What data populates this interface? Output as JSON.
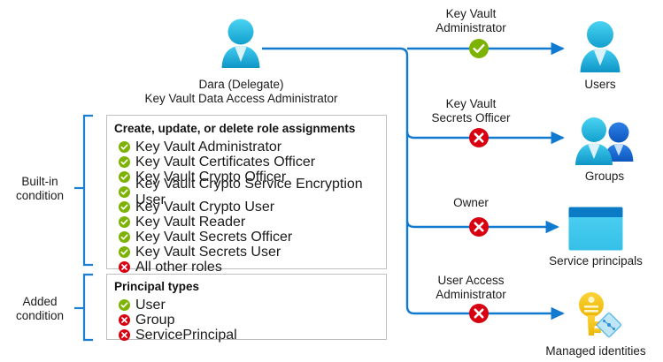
{
  "colors": {
    "line": "#1079D0",
    "arrow": "#1079D0",
    "bracket": "#1B7FD4",
    "allow": "#7CB300",
    "deny": "#D80010",
    "person_light": "#2FC3EE",
    "person_dark": "#1199C9",
    "person_alt": "#1267CE",
    "service_header": "#0A7BC4",
    "service_body": "#45CAF0",
    "key_gold": "#F5C518",
    "box_border": "#BFBFBF"
  },
  "source": {
    "icon": "user-icon",
    "name": "Dara (Delegate)",
    "role": "Key Vault Data Access Administrator"
  },
  "brackets": [
    {
      "label_line1": "Built-in",
      "label_line2": "condition"
    },
    {
      "label_line1": "Added",
      "label_line2": "condition"
    }
  ],
  "panels": [
    {
      "title": "Create, update, or delete role assignments",
      "items": [
        {
          "status": "allow",
          "label": "Key Vault Administrator"
        },
        {
          "status": "allow",
          "label": "Key Vault Certificates Officer"
        },
        {
          "status": "allow",
          "label": "Key Vault Crypto Officer"
        },
        {
          "status": "allow",
          "label": "Key Vault Crypto Service Encryption User"
        },
        {
          "status": "allow",
          "label": "Key Vault Crypto User"
        },
        {
          "status": "allow",
          "label": "Key Vault Reader"
        },
        {
          "status": "allow",
          "label": "Key Vault Secrets Officer"
        },
        {
          "status": "allow",
          "label": "Key Vault Secrets User"
        },
        {
          "status": "deny",
          "label": "All other roles"
        }
      ]
    },
    {
      "title": "Principal types",
      "items": [
        {
          "status": "allow",
          "label": "User"
        },
        {
          "status": "deny",
          "label": "Group"
        },
        {
          "status": "deny",
          "label": "ServicePrincipal"
        }
      ]
    }
  ],
  "flows": [
    {
      "edge_line1": "Key Vault",
      "edge_line2": "Administrator",
      "status": "allow",
      "target_label": "Users",
      "target_icon": "users-icon"
    },
    {
      "edge_line1": "Key Vault",
      "edge_line2": "Secrets Officer",
      "status": "deny",
      "target_label": "Groups",
      "target_icon": "groups-icon"
    },
    {
      "edge_line1": "Owner",
      "edge_line2": "",
      "status": "deny",
      "target_label": "Service principals",
      "target_icon": "service-principal-icon"
    },
    {
      "edge_line1": "User Access",
      "edge_line2": "Administrator",
      "status": "deny",
      "target_label": "Managed identities",
      "target_icon": "managed-identity-key-icon"
    }
  ]
}
